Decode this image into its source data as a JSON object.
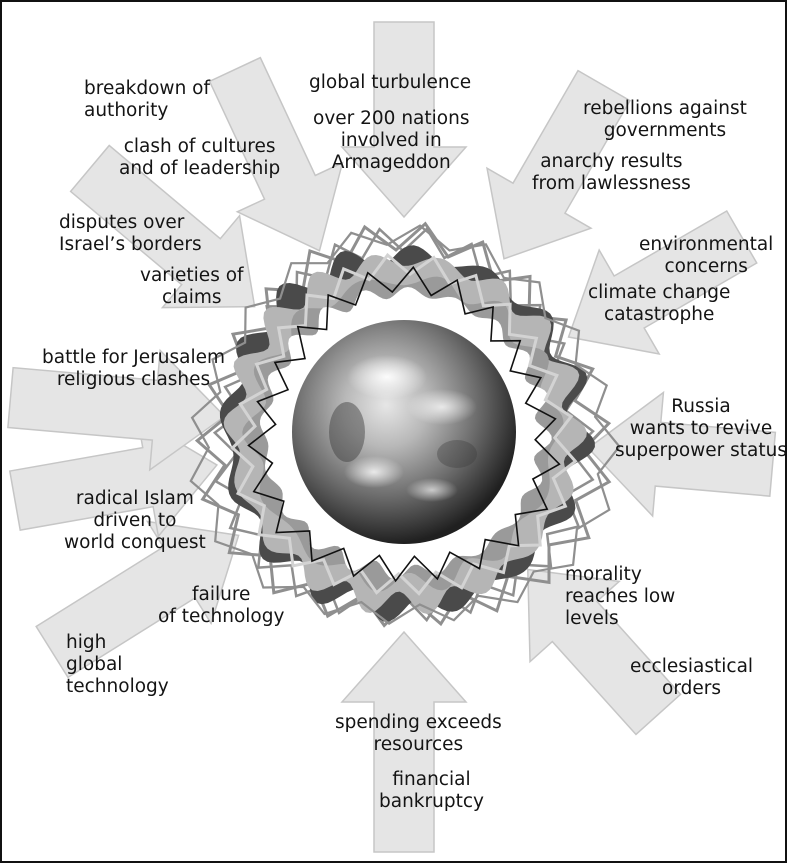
{
  "colors": {
    "arrow_fill": "#e5e5e5",
    "arrow_stroke": "#c6c6c6",
    "blob_light": "#b5b5b5",
    "blob_mid": "#9a9a9a",
    "blob_dark": "#4a4a4a",
    "zigzag_outer": "#8f8f8f",
    "zigzag_inner": "#d3d3d3",
    "zigzag_black": "#111111",
    "text": "#141414"
  },
  "center": {
    "icon": "earth-globe-icon"
  },
  "labels": {
    "global_turbulence": "global turbulence",
    "over_200_nations": "over 200 nations\ninvolved in\nArmageddon",
    "breakdown_of_authority": "breakdown of\nauthority",
    "clash_of_cultures": "clash of cultures\nand of leadership",
    "rebellions": "rebellions against\ngovernments",
    "anarchy": "anarchy results\nfrom lawlessness",
    "disputes_israel": "disputes over\nIsrael’s borders",
    "varieties_of_claims": "varieties of\nclaims",
    "environmental_concerns": "environmental\nconcerns",
    "climate_change": "climate change\ncatastrophe",
    "battle_jerusalem": "battle for Jerusalem\nreligious clashes",
    "russia": "Russia\nwants to revive\nsuperpower status",
    "radical_islam": "radical Islam\ndriven to\nworld conquest",
    "failure_of_technology": "failure\nof technology",
    "high_global_technology": "high\nglobal\ntechnology",
    "morality": "morality\nreaches low\nlevels",
    "ecclesiastical": "ecclesiastical\norders",
    "spending": "spending exceeds\nresources",
    "financial_bankruptcy": "financial\nbankruptcy"
  }
}
